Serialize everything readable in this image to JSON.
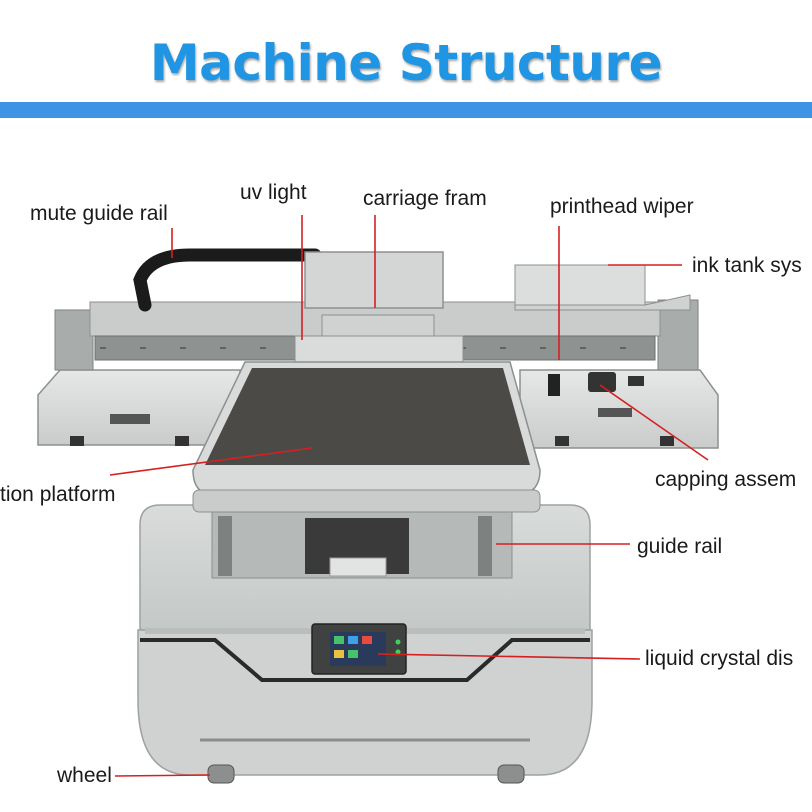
{
  "title": "Machine Structure",
  "accent_color": "#3f93e6",
  "callout_color": "#d62020",
  "labels": {
    "mute_guide_rail": "mute guide rail",
    "uv_light": "uv light",
    "carriage_frame": "carriage fram",
    "printhead_wiper": "printhead wiper",
    "ink_tank": "ink tank sys",
    "capping": "capping assem",
    "platform": "tion platform",
    "guide_rail": "guide rail",
    "lcd": "liquid crystal dis",
    "wheel": "wheel"
  }
}
